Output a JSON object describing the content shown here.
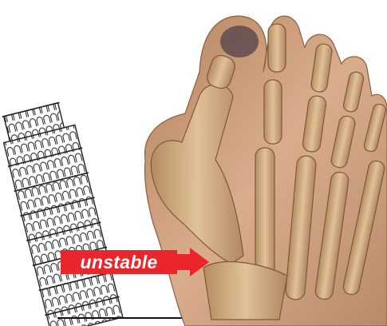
{
  "callout": {
    "text": "unstable",
    "background_color": "#e8262b",
    "text_color": "#ffffff",
    "arrow_color": "#e8262b"
  },
  "illustration": {
    "tower": "leaning-tower-line-drawing",
    "foot": "bunion-foot-with-visible-bones",
    "skin_color": "#c99a78",
    "bone_color": "#d8b48a"
  }
}
